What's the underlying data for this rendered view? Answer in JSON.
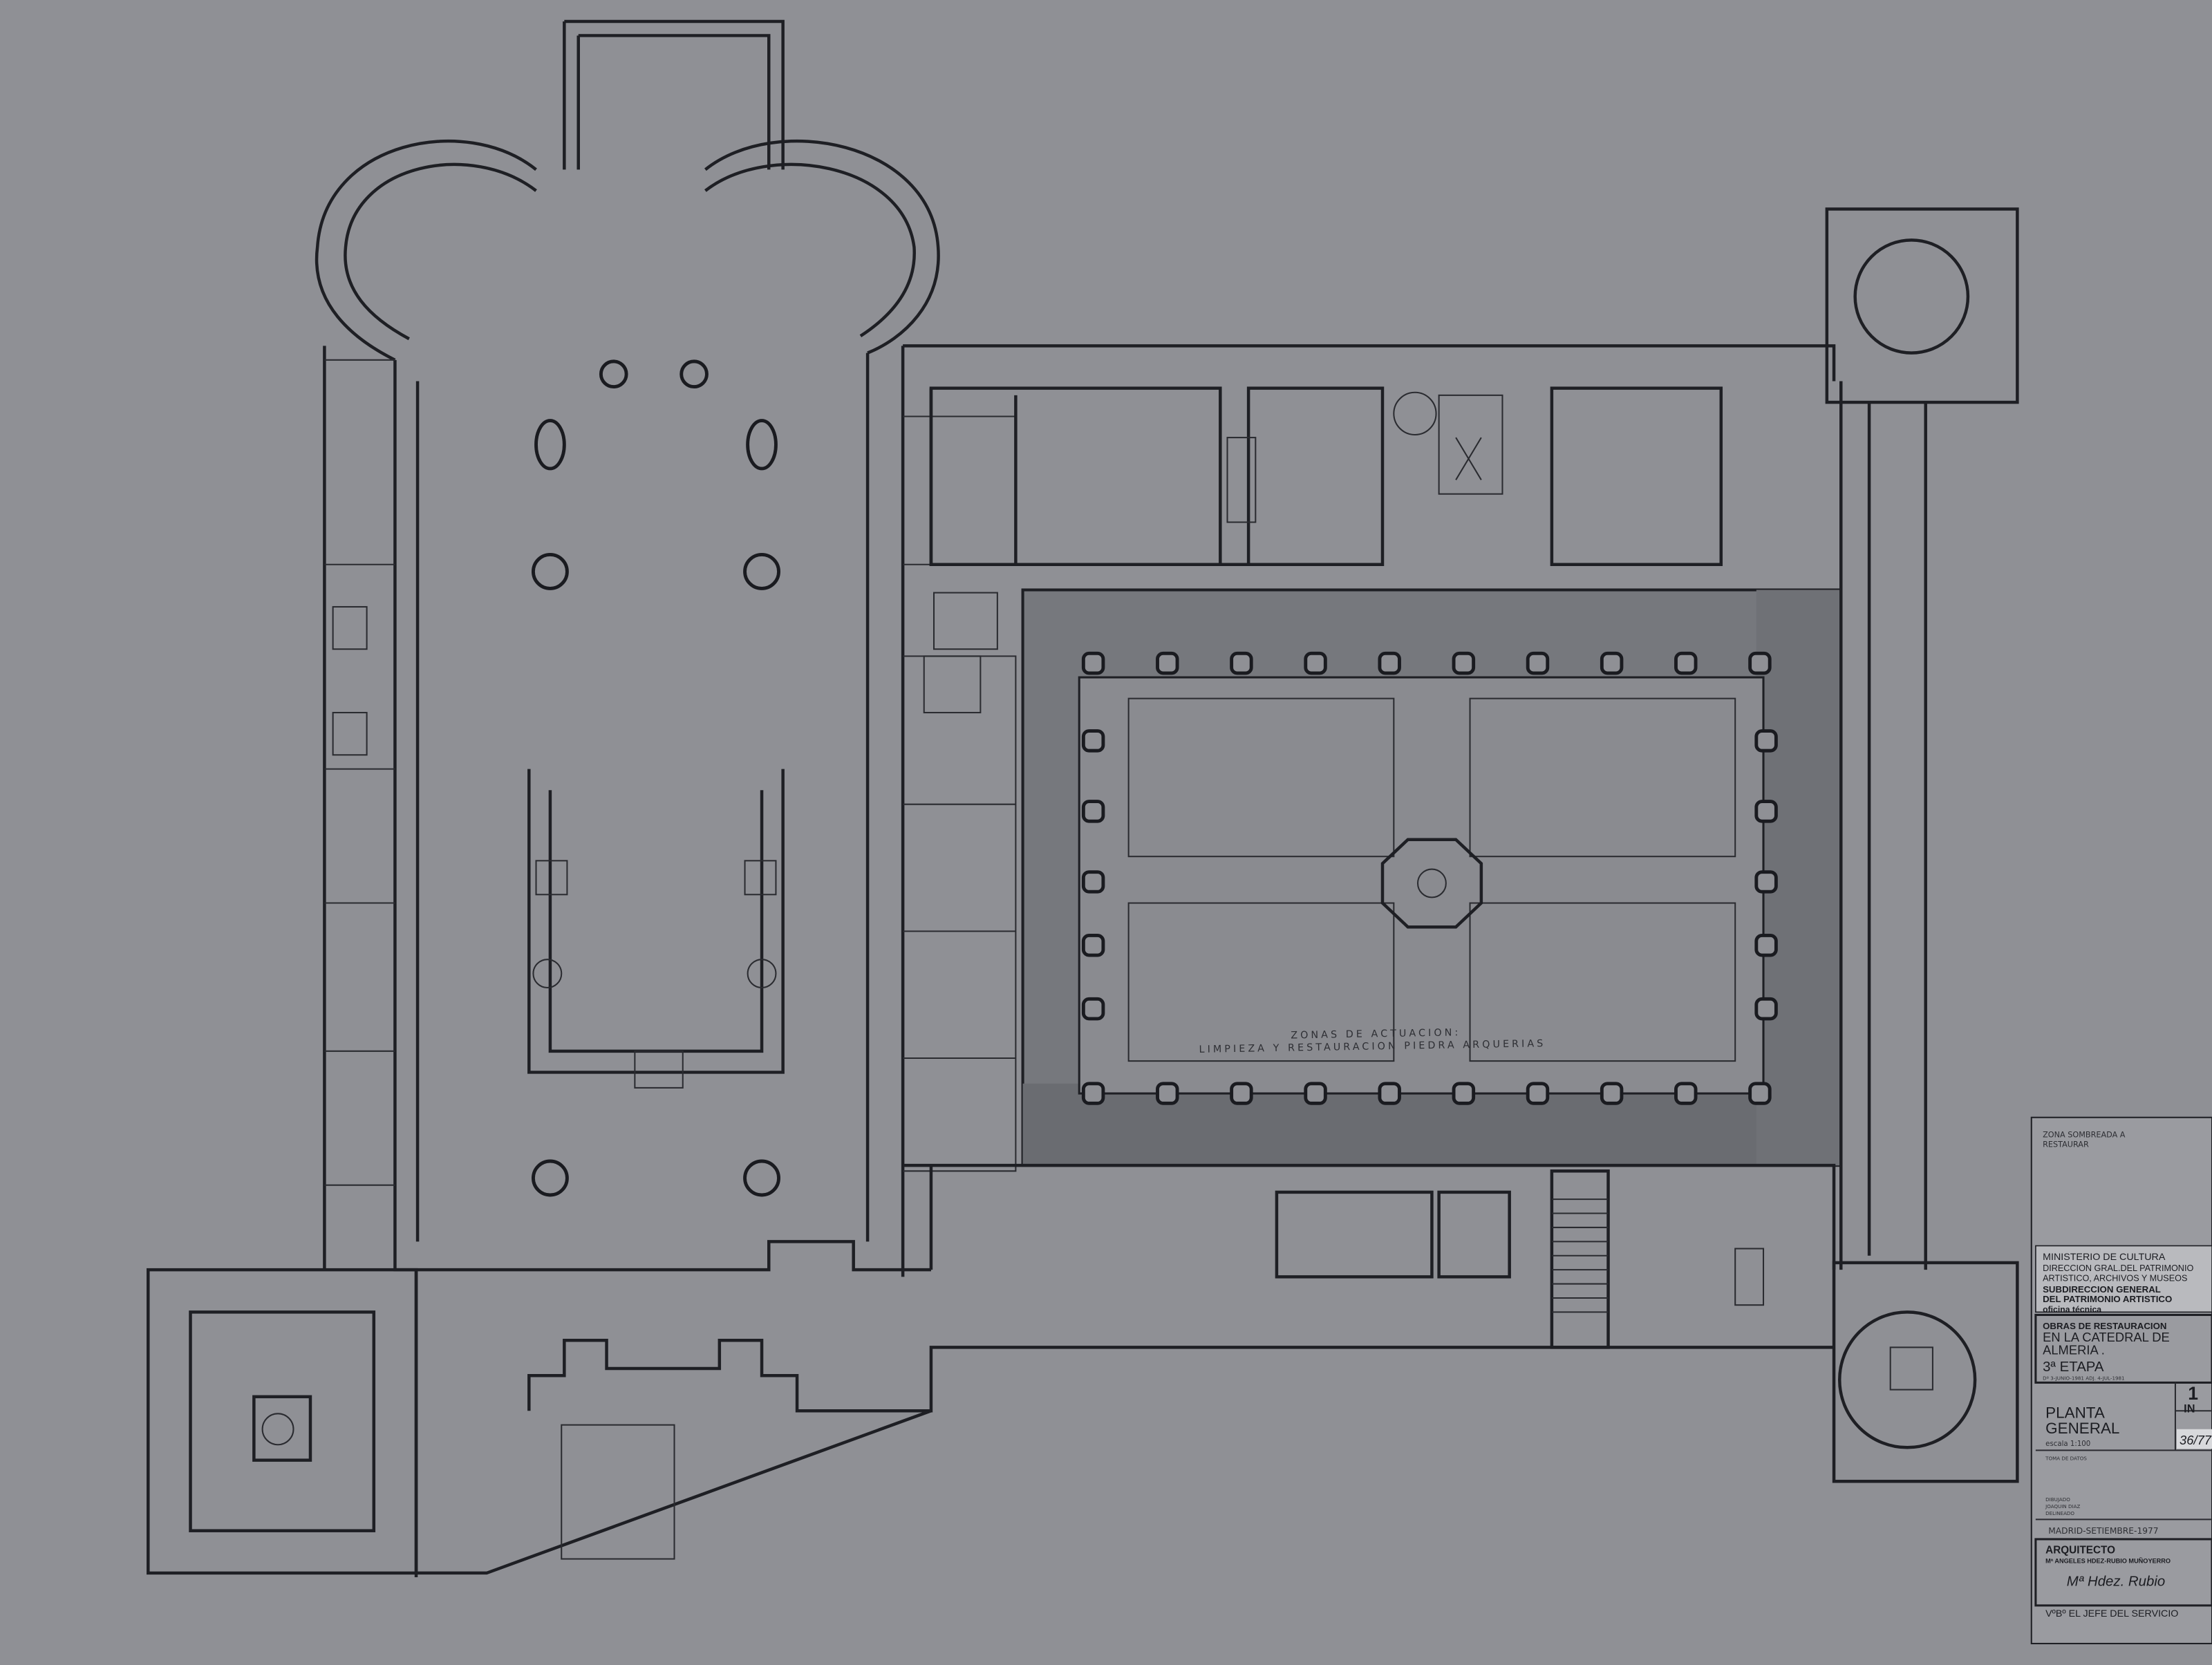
{
  "plan": {
    "annotation_line1": "ZONAS DE ACTUACION:",
    "annotation_line2": "LIMPIEZA Y RESTAURACION PIEDRA ARQUERIAS",
    "colors": {
      "paper": "#8f9095",
      "shaded_zone": "#6f7176",
      "lines": "#1e1f24"
    }
  },
  "title_block": {
    "legend": [
      "ZONA SOMBREADA A",
      "RESTAURAR"
    ],
    "ministry": {
      "line1": "MINISTERIO DE CULTURA",
      "line2": "DIRECCION GRAL.DEL PATRIMONIO",
      "line3": "ARTISTICO, ARCHIVOS Y MUSEOS",
      "line4": "SUBDIRECCION GENERAL",
      "line5": "DEL PATRIMONIO ARTISTICO",
      "line6": "oficina técnica"
    },
    "project": {
      "line1": "OBRAS DE RESTAURACION",
      "line2": "EN LA CATEDRAL DE",
      "line3": "ALMERIA .",
      "stage": "3ª ETAPA",
      "dates": "Dº 3-JUNIO-1981    ADJ. 4-JUL-1981"
    },
    "sheet": {
      "title1": "PLANTA",
      "title2": "GENERAL",
      "scale": "escala   1:100",
      "number": "1",
      "code": "IN",
      "ref": "36/77"
    },
    "data": {
      "toma": "TOMA DE DATOS",
      "dibujado": "DIBUJADO",
      "draftsman": "JOAQUIN DIAZ",
      "delineado": "DELINEADO"
    },
    "place_date": "MADRID-SETIEMBRE-1977",
    "architect": {
      "label": "ARQUITECTO",
      "name": "Mª ANGELES HDEZ-RUBIO MUÑOYERRO",
      "signature": "Mª Hdez. Rubio"
    },
    "approval": "VºBº EL JEFE DEL SERVICIO"
  }
}
